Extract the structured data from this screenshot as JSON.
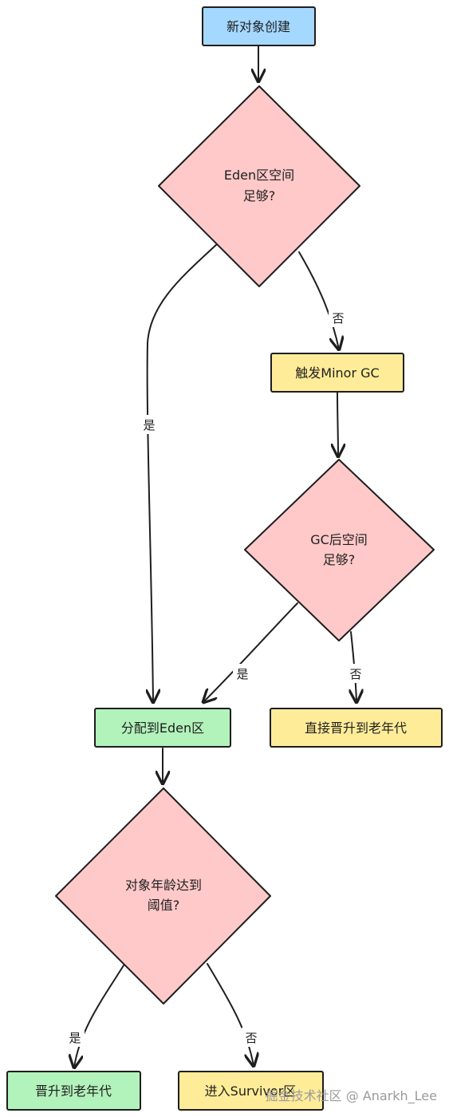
{
  "colors": {
    "blue": "#a5d8ff",
    "pink": "#ffc9c9",
    "yellow": "#ffec99",
    "green": "#b2f2bb",
    "stroke": "#1e1e1e"
  },
  "nodes": {
    "start": "新对象创建",
    "eden_check_1": "Eden区空间",
    "eden_check_2": "足够?",
    "minor_gc": "触发Minor GC",
    "gc_check_1": "GC后空间",
    "gc_check_2": "足够?",
    "alloc_eden": "分配到Eden区",
    "direct_old": "直接晋升到老年代",
    "age_check_1": "对象年龄达到",
    "age_check_2": "阈值?",
    "promote_old": "晋升到老年代",
    "survivor": "进入Survivor区"
  },
  "edges": {
    "eden_yes": "是",
    "eden_no": "否",
    "gc_yes": "是",
    "gc_no": "否",
    "age_yes": "是",
    "age_no": "否"
  },
  "watermark": "掘金技术社区 @ Anarkh_Lee"
}
